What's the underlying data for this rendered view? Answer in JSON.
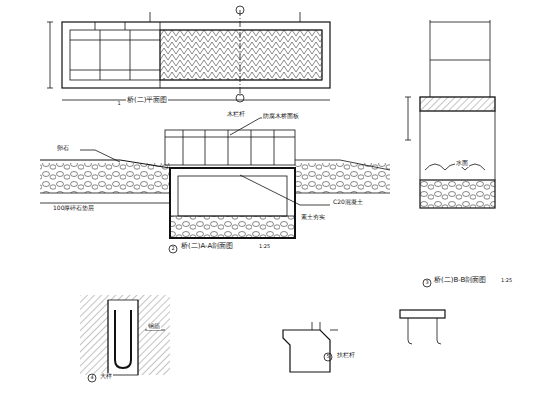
{
  "diagram": {
    "labels": [
      "桥(二)平面图",
      "桥(二)A-A剖面图",
      "1:25",
      "桥(二)B-B剖面图",
      "1:25",
      "大样",
      "扶栏杆",
      "1",
      "2",
      "3",
      "4",
      "5",
      "木栏杆",
      "防腐木桥面板",
      "卵石",
      "C20混凝土",
      "100厚碎石垫层",
      "素土夯实",
      "钢筋",
      "水面"
    ]
  }
}
